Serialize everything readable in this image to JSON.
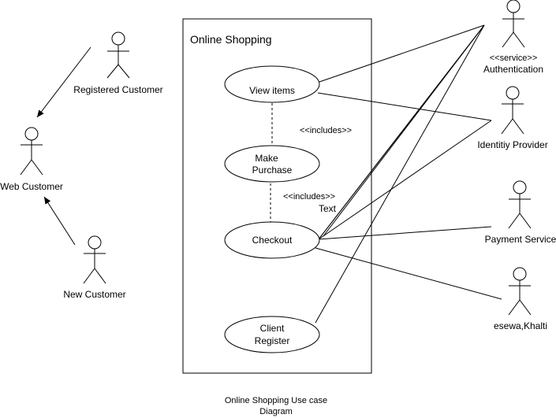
{
  "system_title": "Online Shopping",
  "use_cases": {
    "view_items": [
      "View items"
    ],
    "make_purchase": [
      "Make",
      "Purchase"
    ],
    "checkout": [
      "Checkout"
    ],
    "client_register": [
      "Client",
      "Register"
    ]
  },
  "relations": {
    "includes_1": "<<includes>>",
    "includes_2": "<<includes>>",
    "text_label": "Text"
  },
  "actors": {
    "registered_customer": "Registered Customer",
    "web_customer": "Web Customer",
    "new_customer": "New Customer",
    "authentication_stereotype": "<<service>>",
    "authentication": "Authentication",
    "identity_provider": "Identitiy Provider",
    "payment_service": "Payment Service",
    "esewa_khalti": "esewa,Khalti"
  },
  "caption": [
    "Online Shopping Use case",
    "Diagram"
  ]
}
